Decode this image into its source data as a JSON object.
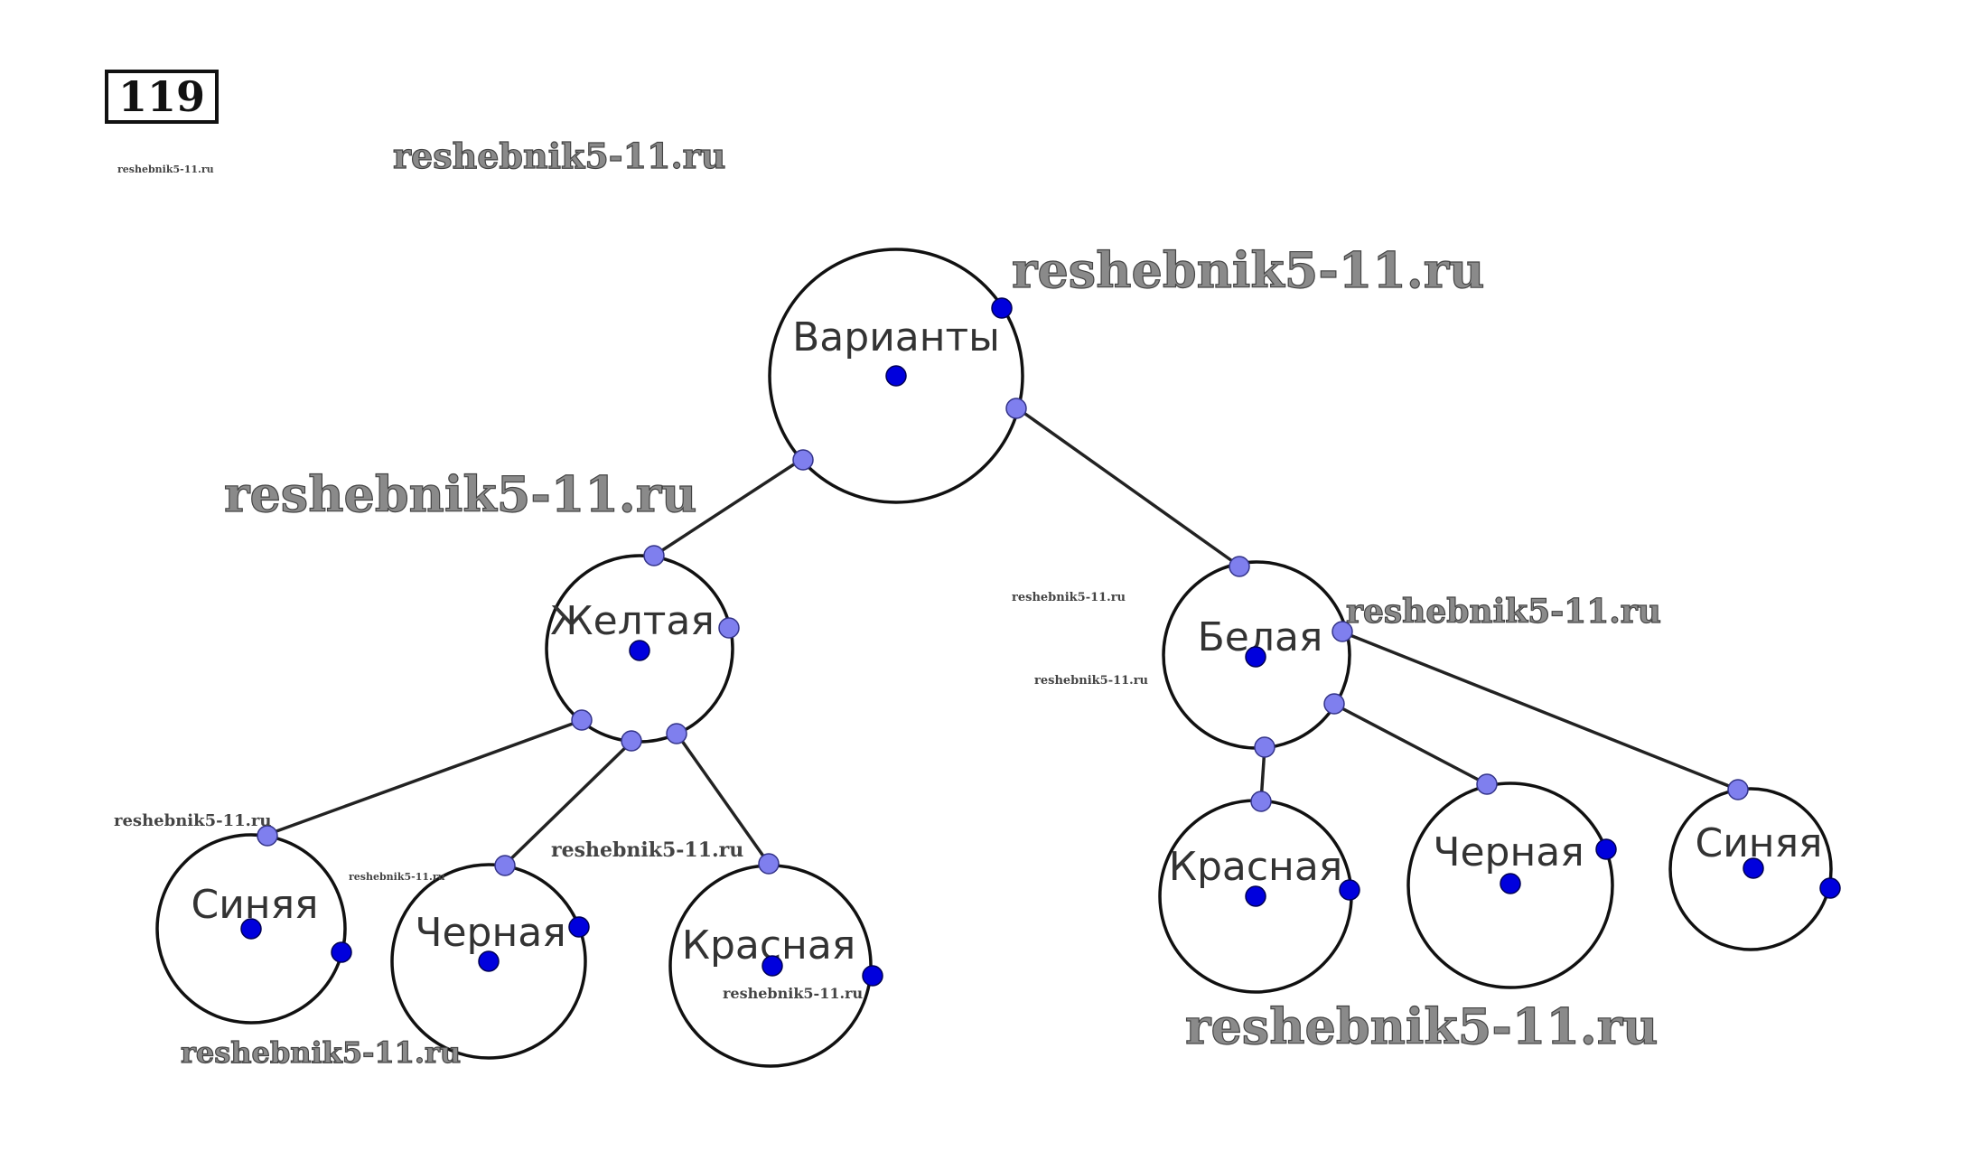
{
  "problem_number": "119",
  "watermark": "reshebnik5-11.ru",
  "colors": {
    "edge": "#222222",
    "circle": "#111111",
    "center_point": "#0000dd",
    "edge_point": "#7f7fee"
  },
  "tree": {
    "root": "Варианты",
    "level1": [
      "Желтая",
      "Белая"
    ],
    "level2_under_yellow": [
      "Синяя",
      "Черная",
      "Красная"
    ],
    "level2_under_white": [
      "Красная",
      "Черная",
      "Синяя"
    ]
  }
}
